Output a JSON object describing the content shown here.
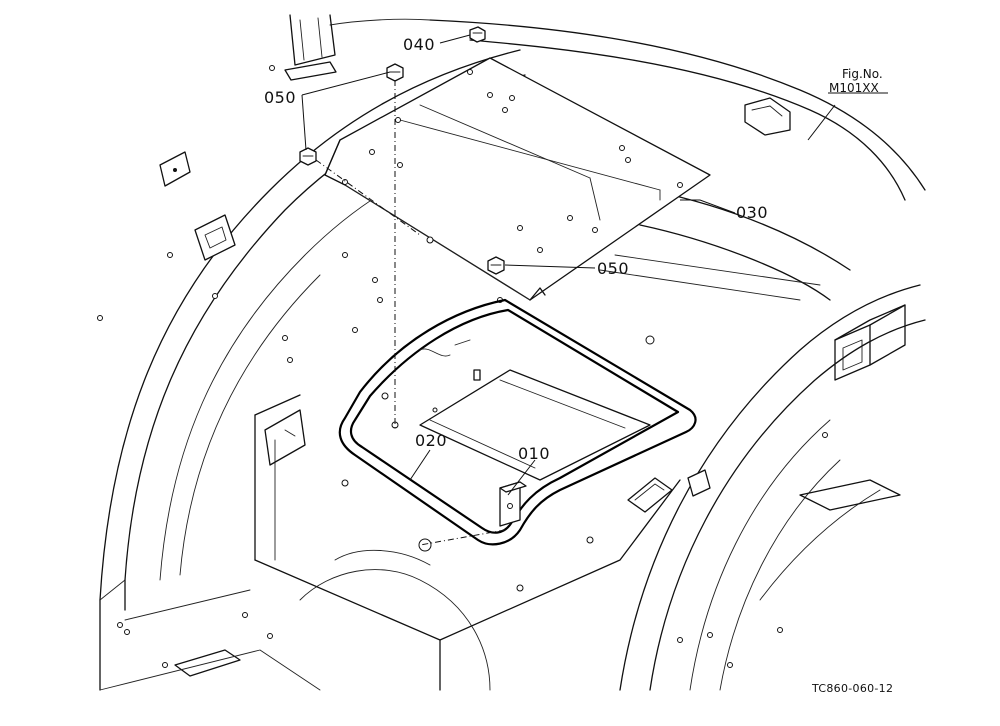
{
  "parts": [
    {
      "id": "part-010",
      "number": "010"
    },
    {
      "id": "part-020",
      "number": "020"
    },
    {
      "id": "part-030",
      "number": "030"
    },
    {
      "id": "part-040",
      "number": "040"
    },
    {
      "id": "part-050",
      "number": "050"
    }
  ],
  "figure": {
    "label": "Fig.No.",
    "number": "M101XX"
  },
  "drawing_code": "TC860-060-12"
}
